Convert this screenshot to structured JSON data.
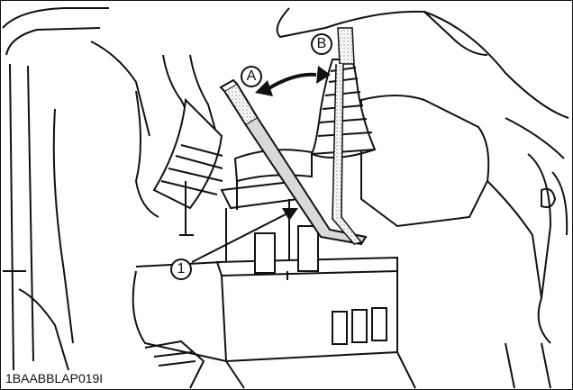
{
  "callouts": {
    "lever_position_a": "A",
    "lever_position_b": "B",
    "part_1": "1"
  },
  "figure_code": "1BAABBLAP019I",
  "colors": {
    "line": "#111111",
    "shade": "#d9d9d9",
    "background": "#ffffff"
  }
}
